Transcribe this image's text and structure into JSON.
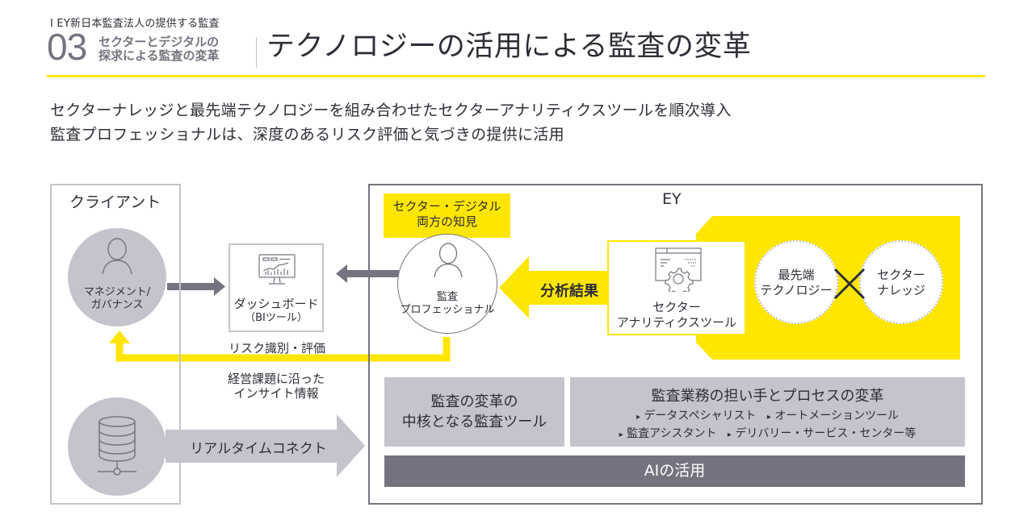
{
  "header": {
    "kicker": "I EY新日本監査法人の提供する監査",
    "section_number": "03",
    "section_subtitle_line1": "セクターとデジタルの",
    "section_subtitle_line2": "探求による監査の変革",
    "title": "テクノロジーの活用による監査の変革"
  },
  "lead": {
    "line1": "セクターナレッジと最先端テクノロジーを組み合わせたセクターアナリティクスツールを順次導入",
    "line2": "監査プロフェッショナルは、深度のあるリスク評価と気づきの提供に活用"
  },
  "client": {
    "title": "クライアント",
    "management_line1": "マネジメント/",
    "management_line2": "ガバナンス",
    "icons": [
      "person-icon",
      "database-icon"
    ]
  },
  "dashboard": {
    "label": "ダッシュボード",
    "sublabel": "（BIツール）",
    "icon": "monitor-chart-icon"
  },
  "flows": {
    "risk_label": "リスク識別・評価",
    "insight_line1": "経営課題に沿った",
    "insight_line2": "インサイト情報",
    "realtime_label": "リアルタイムコネクト",
    "analysis_label": "分析結果"
  },
  "ey": {
    "title": "EY",
    "knowledge_badge_line1": "セクター・デジタル",
    "knowledge_badge_line2": "両方の知見",
    "auditor_line1": "監査",
    "auditor_line2": "プロフェッショナル",
    "analytics_tool_line1": "セクター",
    "analytics_tool_line2": "アナリティクスツール",
    "analytics_icon": "window-gear-icon",
    "tech_line1": "最先端",
    "tech_line2": "テクノロジー",
    "knowledge_line1": "セクター",
    "knowledge_line2": "ナレッジ",
    "cross_symbol": "×",
    "core_tool_line1": "監査の変革の",
    "core_tool_line2": "中核となる監査ツール",
    "transform_title": "監査業務の担い手とプロセスの変革",
    "transform_items": [
      "データスペシャリスト",
      "オートメーションツール",
      "監査アシスタント",
      "デリバリー・サービス・センター等"
    ],
    "bullet": "▸",
    "ai_label": "AIの活用"
  },
  "colors": {
    "ey_yellow": "#ffe600",
    "ey_dark_grey": "#747480",
    "ey_light_grey": "#c4c4cd",
    "text": "#2e2e38"
  }
}
